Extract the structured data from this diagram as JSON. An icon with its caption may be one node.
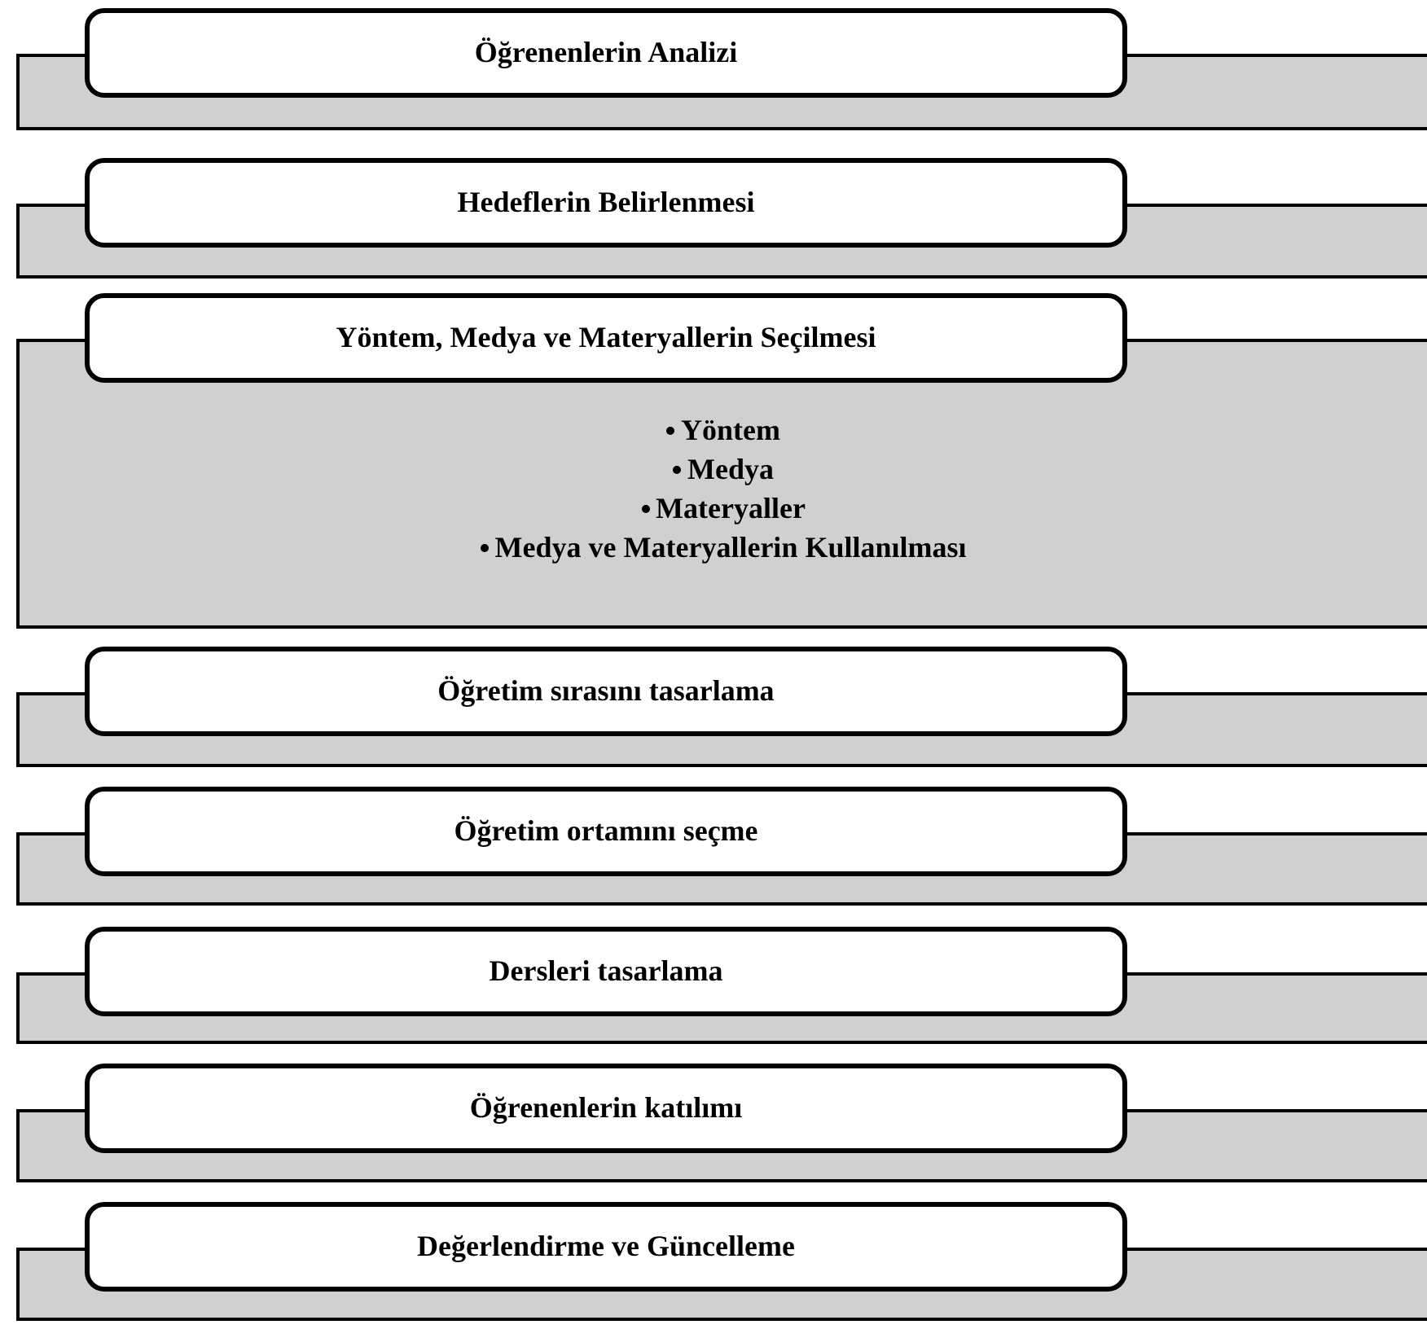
{
  "diagram": {
    "nodes": [
      {
        "text": [
          "Öğrenenlerin Analizi"
        ]
      },
      {
        "text": [
          "Hedeflerin Belirlenmesi"
        ]
      },
      {
        "text": [
          "Yöntem, Medya ve Materyallerin Seçilmesi",
          "Yöntem",
          "Medya",
          "Materyaller",
          "Medya ve Materyallerin Kullanılması"
        ]
      },
      {
        "text": [
          "Öğretim sırasını tasarlama"
        ]
      },
      {
        "text": [
          "Öğretim ortamını seçme"
        ]
      },
      {
        "text": [
          "Dersleri tasarlama"
        ]
      },
      {
        "text": [
          "Öğrenenlerin katılımı"
        ]
      },
      {
        "text": [
          "Değerlendirme ve Güncelleme"
        ]
      }
    ]
  }
}
